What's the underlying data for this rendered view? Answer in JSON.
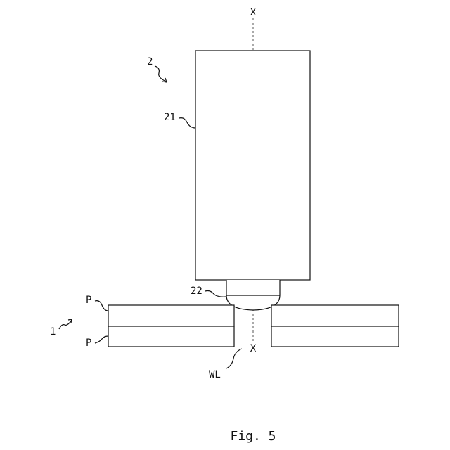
{
  "labels": {
    "axis_top": "X",
    "axis_bottom": "X",
    "tool": "2",
    "tool_body": "21",
    "tool_tip": "22",
    "plates_assembly": "1",
    "plate_top": "P",
    "plate_bottom": "P",
    "weld_line": "WL"
  },
  "caption": "Fig. 5"
}
